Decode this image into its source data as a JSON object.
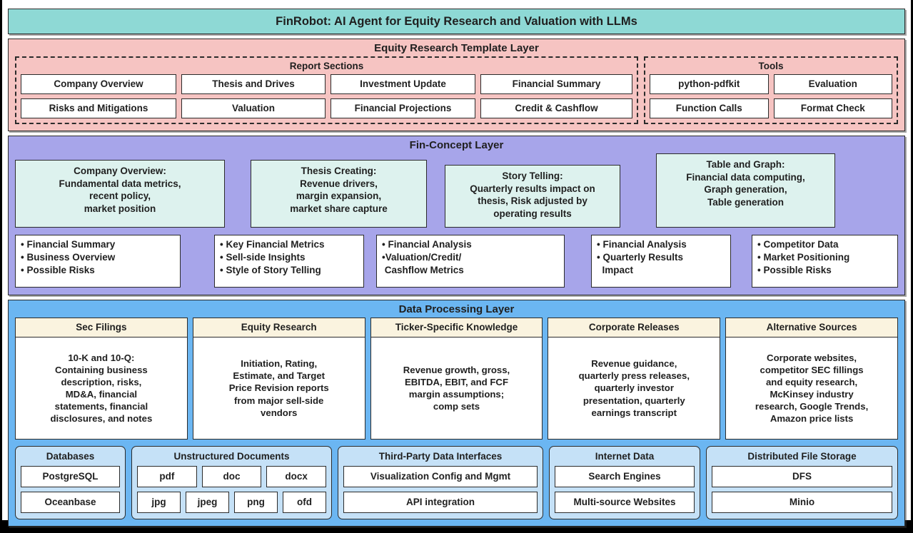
{
  "title_bar": {
    "text": "FinRobot: AI Agent for Equity Research and Valuation with LLMs",
    "bg": "#8ED9D5"
  },
  "template_layer": {
    "title": "Equity Research Template Layer",
    "bg": "#F6C4C2",
    "report_sections": {
      "title": "Report Sections",
      "row1": [
        "Company Overview",
        "Thesis and Drives",
        "Investment Update",
        "Financial Summary"
      ],
      "row2": [
        "Risks and Mitigations",
        "Valuation",
        "Financial Projections",
        "Credit & Cashflow"
      ]
    },
    "tools": {
      "title": "Tools",
      "row1": [
        "python-pdfkit",
        "Evaluation"
      ],
      "row2": [
        "Function Calls",
        "Format Check"
      ]
    }
  },
  "concept_layer": {
    "title": "Fin-Concept Layer",
    "bg": "#A7A5EA",
    "card_bg": "#DDF2EE",
    "cards": [
      "Company Overview:\nFundamental data metrics,\nrecent policy,\nmarket position",
      "Thesis Creating:\nRevenue drivers,\nmargin expansion,\nmarket share capture",
      "Story Telling:\nQuarterly results impact on\nthesis, Risk adjusted by\noperating results",
      "Table and Graph:\nFinancial data computing,\nGraph generation,\nTable generation"
    ],
    "bullets": [
      [
        "• Financial Summary",
        "• Business Overview",
        "• Possible Risks"
      ],
      [
        "• Key Financial Metrics",
        "• Sell-side Insights",
        "• Style of Story Telling"
      ],
      [
        "• Financial Analysis",
        "•Valuation/Credit/",
        " Cashflow Metrics"
      ],
      [
        "• Financial Analysis",
        "• Quarterly Results",
        "  Impact"
      ],
      [
        "• Competitor Data",
        "• Market Positioning",
        "• Possible Risks"
      ]
    ]
  },
  "data_layer": {
    "title": "Data Processing Layer",
    "bg": "#6BB6F2",
    "header_bg": "#FAF3DF",
    "sources": [
      {
        "title": "Sec Filings",
        "body": "10-K and 10-Q:\nContaining business\ndescription, risks,\nMD&A, financial\nstatements, financial\ndisclosures, and notes"
      },
      {
        "title": "Equity Research",
        "body": "Initiation, Rating,\nEstimate, and Target\nPrice Revision reports\nfrom major sell-side\nvendors"
      },
      {
        "title": "Ticker-Specific Knowledge",
        "body": "Revenue growth, gross,\nEBITDA, EBIT, and FCF\nmargin assumptions;\ncomp sets"
      },
      {
        "title": "Corporate Releases",
        "body": "Revenue guidance,\nquarterly press releases,\nquarterly investor\npresentation, quarterly\nearnings transcript"
      },
      {
        "title": "Alternative Sources",
        "body": "Corporate websites,\ncompetitor SEC fillings\nand equity research,\nMcKinsey industry\nresearch, Google Trends,\nAmazon price lists"
      }
    ],
    "storage_panel_bg": "#C5E1F7",
    "storage": [
      {
        "title": "Databases",
        "rows": [
          [
            "PostgreSQL"
          ],
          [
            "Oceanbase"
          ]
        ]
      },
      {
        "title": "Unstructured Documents",
        "rows": [
          [
            "pdf",
            "doc",
            "docx"
          ],
          [
            "jpg",
            "jpeg",
            "png",
            "ofd"
          ]
        ]
      },
      {
        "title": "Third-Party Data Interfaces",
        "rows": [
          [
            "Visualization Config and Mgmt"
          ],
          [
            "API integration"
          ]
        ]
      },
      {
        "title": "Internet Data",
        "rows": [
          [
            "Search Engines"
          ],
          [
            "Multi-source Websites"
          ]
        ]
      },
      {
        "title": "Distributed File Storage",
        "rows": [
          [
            "DFS"
          ],
          [
            "Minio"
          ]
        ]
      }
    ]
  }
}
